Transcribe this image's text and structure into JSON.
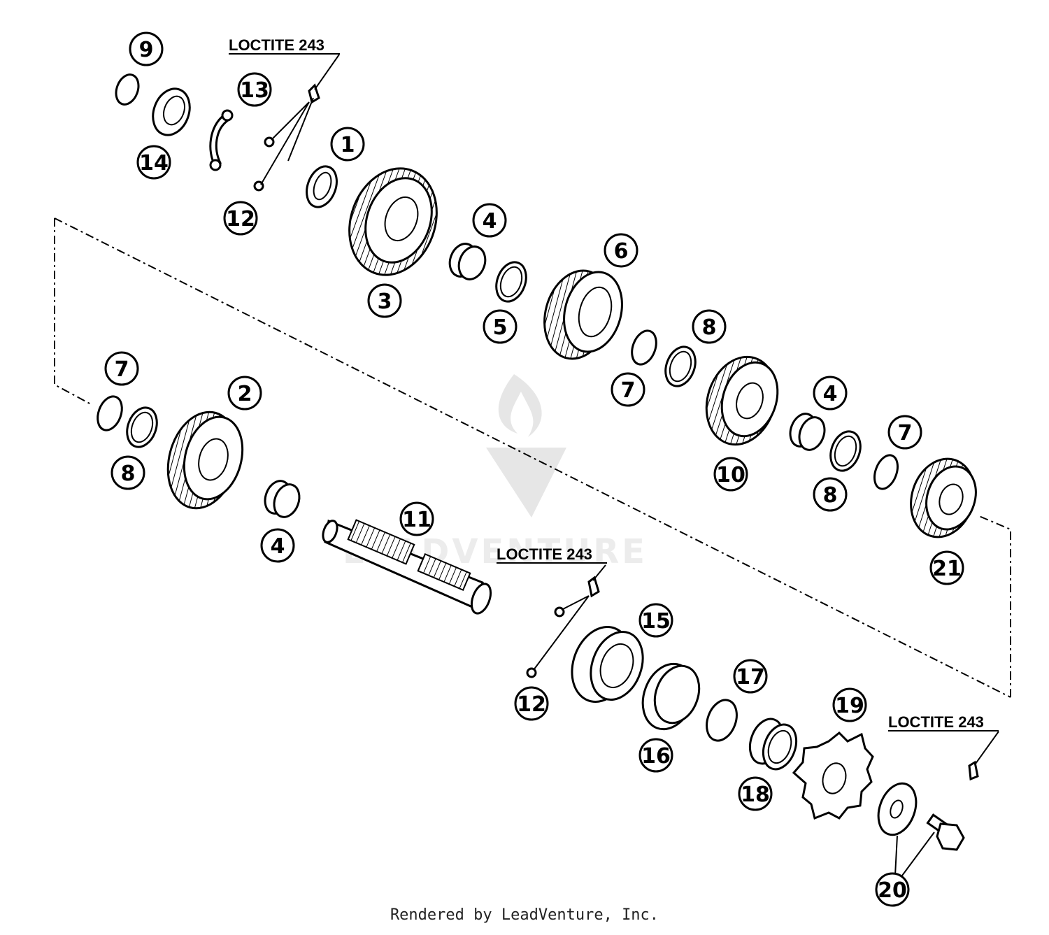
{
  "loctite_label": "LOCTITE 243",
  "callouts": {
    "c1": "1",
    "c2": "2",
    "c3": "3",
    "c4a": "4",
    "c4b": "4",
    "c4c": "4",
    "c5": "5",
    "c6": "6",
    "c7a": "7",
    "c7b": "7",
    "c7c": "7",
    "c8a": "8",
    "c8b": "8",
    "c8c": "8",
    "c9": "9",
    "c10": "10",
    "c11": "11",
    "c12a": "12",
    "c12b": "12",
    "c13": "13",
    "c14": "14",
    "c15": "15",
    "c16": "16",
    "c17": "17",
    "c18": "18",
    "c19": "19",
    "c20": "20",
    "c21": "21"
  },
  "footer": "Rendered by LeadVenture, Inc.",
  "watermark": "LEADVENTURE"
}
